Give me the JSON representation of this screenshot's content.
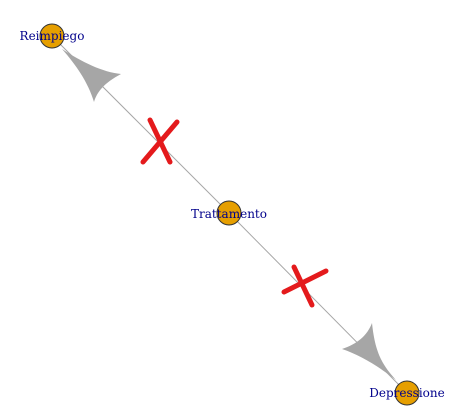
{
  "diagram": {
    "type": "directed-graph",
    "nodes": [
      {
        "id": "reimpiego",
        "label": "Reimpiego"
      },
      {
        "id": "trattamento",
        "label": "Trattamento"
      },
      {
        "id": "depressione",
        "label": "Depressione"
      }
    ],
    "edges": [
      {
        "from": "trattamento",
        "to": "reimpiego",
        "blocked": true
      },
      {
        "from": "trattamento",
        "to": "depressione",
        "blocked": true
      }
    ],
    "colors": {
      "node_fill": "#E69F00",
      "node_stroke": "#333333",
      "edge": "#A6A6A6",
      "arrowhead": "#A6A6A6",
      "block_mark": "#E41A1C",
      "label_text": "#00008B"
    }
  }
}
